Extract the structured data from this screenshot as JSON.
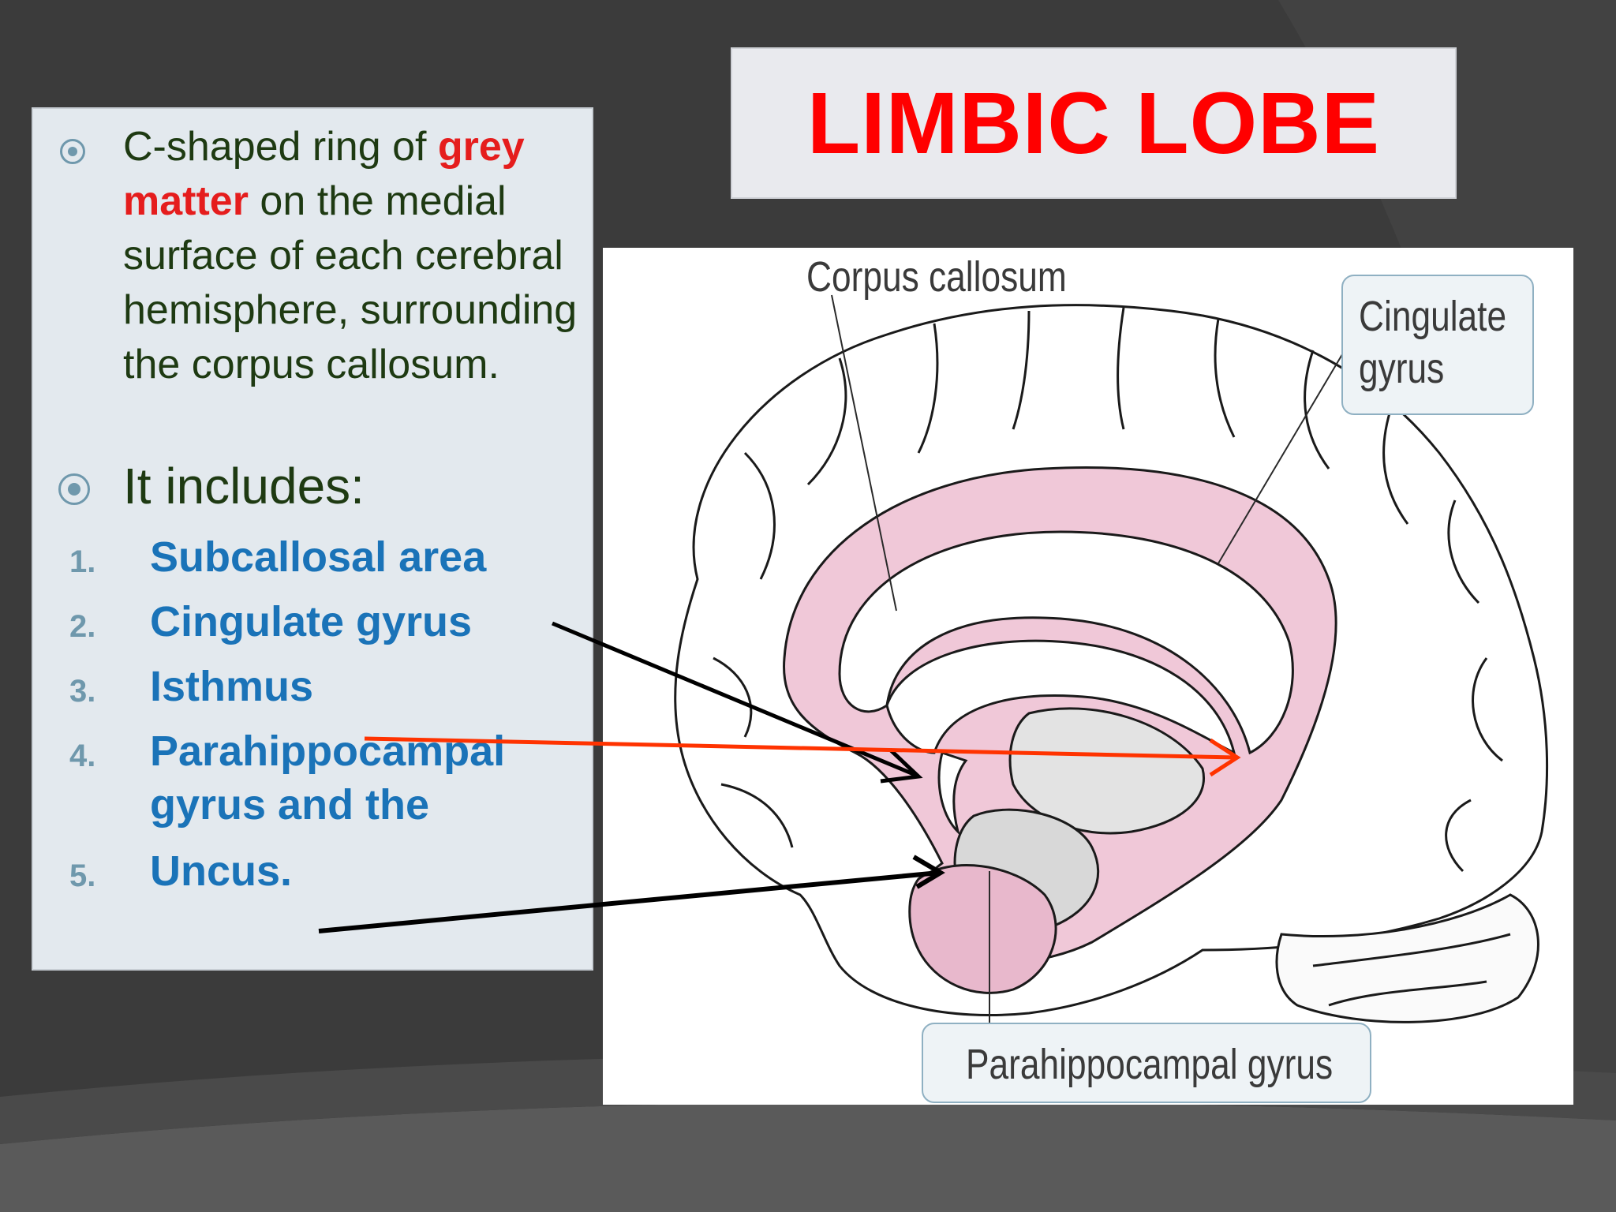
{
  "slide": {
    "title": "LIMBIC LOBE",
    "intro": {
      "part1": "C-shaped ring of ",
      "highlight_a": "grey",
      "space": " ",
      "highlight_b": "matter",
      "part2": " on the medial surface of each cerebral hemisphere, surrounding the corpus callosum."
    },
    "includes_heading": "It includes:",
    "list": [
      {
        "number": "1.",
        "text": "Subcallosal area"
      },
      {
        "number": "2.",
        "text": "Cingulate gyrus"
      },
      {
        "number": "3.",
        "text": "Isthmus"
      },
      {
        "number": "4.",
        "text": "Parahippocampal gyrus and the"
      },
      {
        "number": "5.",
        "text": "Uncus."
      }
    ]
  },
  "diagram": {
    "labels": {
      "corpus_callosum": "Corpus callosum",
      "cingulate_gyrus": "Cingulate gyrus",
      "parahippocampal_gyrus": "Parahippocampal gyrus"
    },
    "highlight_color": "#f0c8d8"
  },
  "colors": {
    "title_red": "#ff0000",
    "keyword_red": "#e51d1d",
    "list_blue": "#1a73b8",
    "bullet_teal": "#6f98ac",
    "arrow_red": "#ff3300",
    "arrow_black": "#000000"
  }
}
